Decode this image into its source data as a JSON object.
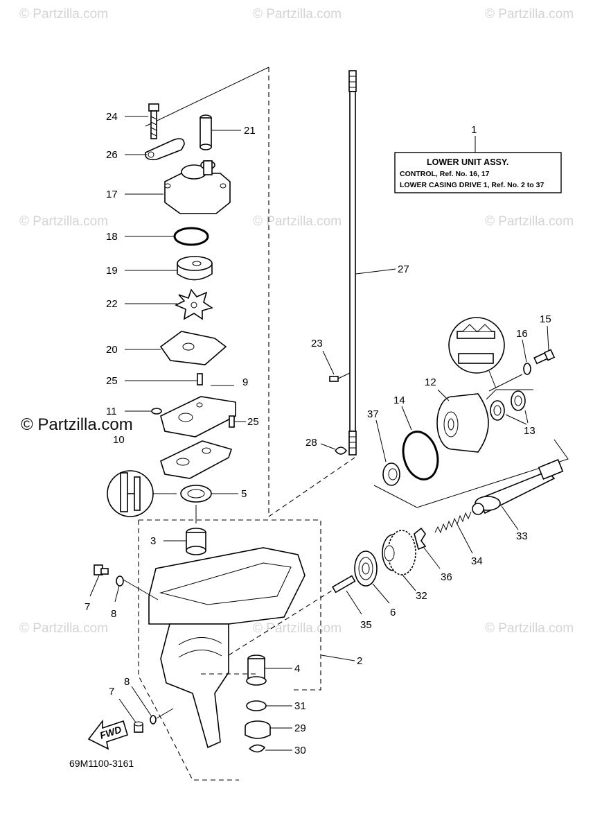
{
  "watermarks": {
    "faint": [
      "© Partzilla.com",
      "© Partzilla.com",
      "© Partzilla.com",
      "© Partzilla.com",
      "© Partzilla.com",
      "© Partzilla.com",
      "© Partzilla.com",
      "© Partzilla.com",
      "© Partzilla.com"
    ],
    "bold": "© Partzilla.com"
  },
  "assembly_label": {
    "callout": "1",
    "title": "LOWER UNIT ASSY.",
    "line1": "CONTROL,   Ref. No.  16, 17",
    "line2": "LOWER CASING DRIVE 1,   Ref. No. 2 to 37"
  },
  "callouts": {
    "c2": "2",
    "c3": "3",
    "c4": "4",
    "c5": "5",
    "c6": "6",
    "c7a": "7",
    "c7b": "7",
    "c8a": "8",
    "c8b": "8",
    "c9": "9",
    "c10": "10",
    "c11": "11",
    "c12": "12",
    "c13": "13",
    "c14": "14",
    "c15": "15",
    "c16": "16",
    "c17": "17",
    "c18": "18",
    "c19": "19",
    "c20": "20",
    "c21": "21",
    "c22": "22",
    "c23": "23",
    "c24": "24",
    "c25a": "25",
    "c25b": "25",
    "c26": "26",
    "c27": "27",
    "c28": "28",
    "c29": "29",
    "c30": "30",
    "c31": "31",
    "c32": "32",
    "c33": "33",
    "c34": "34",
    "c35": "35",
    "c36": "36",
    "c37": "37"
  },
  "direction_arrow": "FWD",
  "diagram_code": "69M1100-3161"
}
